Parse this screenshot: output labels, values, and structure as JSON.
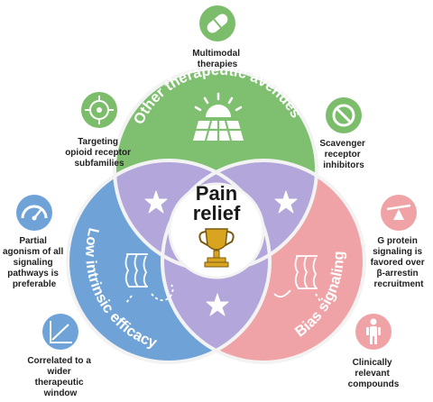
{
  "center": {
    "line1": "Pain",
    "line2": "relief"
  },
  "circles": {
    "top": {
      "label": "Other therapeutic avenues",
      "color": "#7fbf70"
    },
    "left": {
      "label": "Low intrinsic efficacy",
      "color": "#6fa3d8"
    },
    "right": {
      "label": "Bias signaling",
      "color": "#f0a3a6"
    },
    "overlap_color": "#b2a6da",
    "ring_color": "#f3f3f3"
  },
  "captions": {
    "multimodal": [
      "Multimodal",
      "therapies"
    ],
    "targeting": [
      "Targeting",
      "opioid receptor",
      "subfamilies"
    ],
    "scavenger": [
      "Scavenger",
      "receptor",
      "inhibitors"
    ],
    "partial": [
      "Partial",
      "agonism of all",
      "signaling",
      "pathways is",
      "preferable"
    ],
    "gprotein": [
      "G protein",
      "signaling is",
      "favored over",
      "β-arrestin",
      "recruitment"
    ],
    "correlated": [
      "Correlated to a",
      "wider",
      "therapeutic",
      "window"
    ],
    "clinically": [
      "Clinically",
      "relevant",
      "compounds"
    ]
  },
  "icons": {
    "multimodal": "pill-icon",
    "targeting": "target-icon",
    "scavenger": "prohibited-icon",
    "partial": "gauge-icon",
    "gprotein": "seesaw-icon",
    "correlated": "line-graph-icon",
    "clinically": "person-icon",
    "center": "trophy-icon",
    "top_emblem": "sunrise-field-icon",
    "overlap": "star-icon",
    "receptor": "receptor-icon"
  },
  "colors": {
    "icon_bg": "#7cbd6c",
    "icon_fg": "#ffffff",
    "text": "#1f1f1f",
    "trophy": "#d9a520"
  }
}
